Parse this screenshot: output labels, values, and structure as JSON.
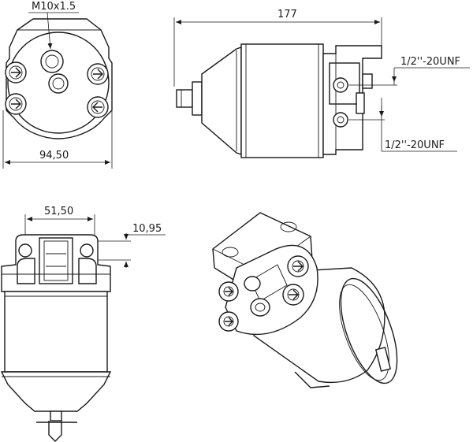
{
  "drawing": {
    "labels": {
      "thread_top": "M10x1.5",
      "width_top": "94,50",
      "length_side": "177",
      "port_upper": "1/2''-20UNF",
      "port_lower": "1/2''-20UNF",
      "port_spacing": "51,50",
      "port_offset": "10,95"
    },
    "views": [
      "top-view",
      "side-view",
      "front-view",
      "isometric-view"
    ]
  },
  "colors": {
    "line": "#1a1a1a",
    "background": "#ffffff"
  }
}
